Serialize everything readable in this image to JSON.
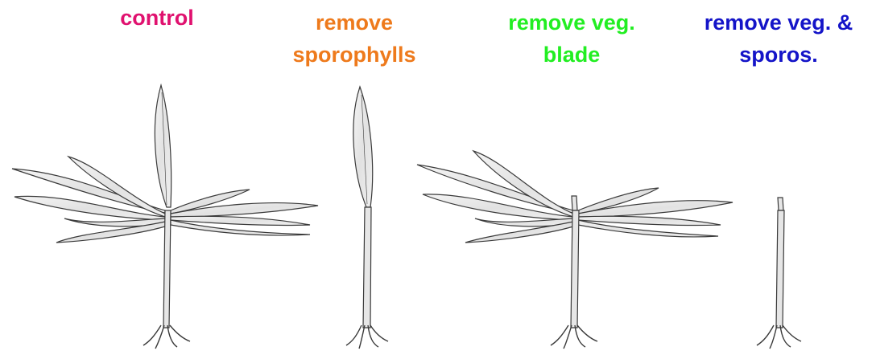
{
  "panels": [
    {
      "label_lines": [
        "control"
      ],
      "color": "#e0116f",
      "variant": "full"
    },
    {
      "label_lines": [
        "remove",
        "sporophylls"
      ],
      "color": "#ee7a1c",
      "variant": "no-sporophylls"
    },
    {
      "label_lines": [
        "remove veg.",
        "blade"
      ],
      "color": "#22ee22",
      "variant": "no-blade"
    },
    {
      "label_lines": [
        "remove veg. &",
        "sporos."
      ],
      "color": "#1414c8",
      "variant": "stipe-only"
    }
  ]
}
